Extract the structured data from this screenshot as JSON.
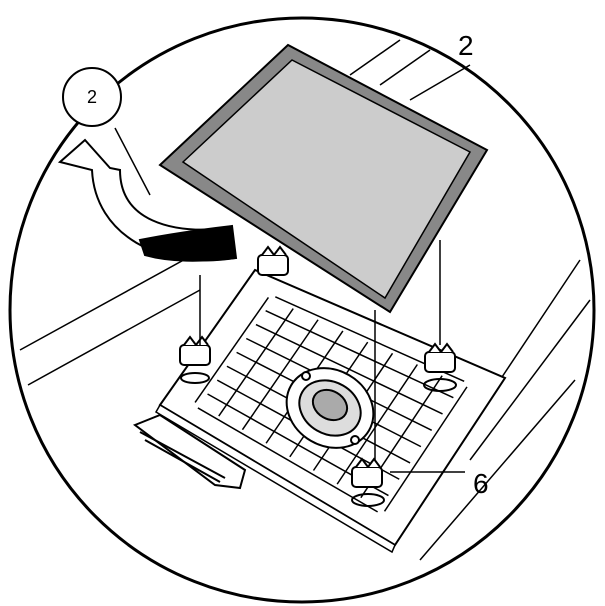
{
  "figure": {
    "step_number": "2",
    "callouts": [
      {
        "label": "2",
        "part": "cover-panel"
      },
      {
        "label": "6",
        "part": "clip"
      }
    ]
  }
}
